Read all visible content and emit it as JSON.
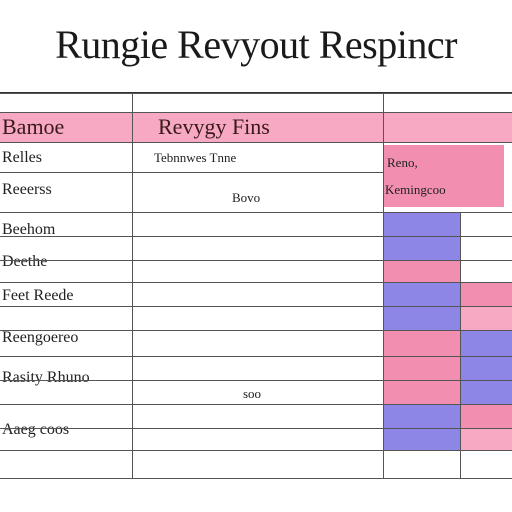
{
  "title": "Rungie Revyout Respincr",
  "colors": {
    "pink": "#f28fb0",
    "pink_light": "#f7a9c4",
    "lavender": "#8e86e6",
    "rule": "#555555"
  },
  "table": {
    "header": {
      "col1": "Bamoe",
      "col2": "Revygy Fins"
    },
    "col3_sub1": "Reno,",
    "col3_sub2": "Kemingcoo",
    "col2_sub1": "Tebnnwes Tnne",
    "col2_sub2": "Bovo",
    "col2_sub3": "soo",
    "rows": [
      "Relles",
      "Reeerss",
      "Beehom",
      "Deethe",
      "Feet Reede",
      "Reengoereo",
      "Rasity Rhuno",
      "Aaeg coos"
    ]
  }
}
